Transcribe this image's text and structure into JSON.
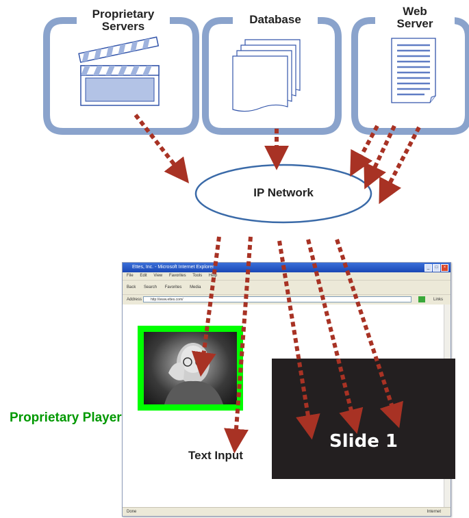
{
  "servers": [
    {
      "line1": "Proprietary",
      "line2": "Servers"
    },
    {
      "line1": "Database",
      "line2": ""
    },
    {
      "line1": "Web",
      "line2": "Server"
    }
  ],
  "network": {
    "label": "IP Network"
  },
  "browser": {
    "title": "Ettes, Inc. - Microsoft Internet Explorer",
    "menu": [
      "File",
      "Edit",
      "View",
      "Favorites",
      "Tools",
      "Help"
    ],
    "toolbar": [
      "Back",
      "Search",
      "Favorites",
      "Media"
    ],
    "address_label": "Address",
    "address_value": "http://www.ettes.com/",
    "links_label": "Links",
    "status_left": "Done",
    "status_zone": "Internet"
  },
  "player": {
    "label": "Proprietary Player"
  },
  "text_input": {
    "label": "Text Input"
  },
  "slide": {
    "label": "Slide 1"
  },
  "colors": {
    "server_frame": "#8aa3cc",
    "server_icon": "#3355aa",
    "arrow": "#a83224",
    "network_outline": "#3a6aa8",
    "player_border": "#00ff00",
    "slide_bg": "#231f20",
    "player_label": "#009900"
  },
  "icons": [
    "clapperboard-icon",
    "document-stack-icon",
    "web-page-icon",
    "dashed-arrow-icon"
  ]
}
